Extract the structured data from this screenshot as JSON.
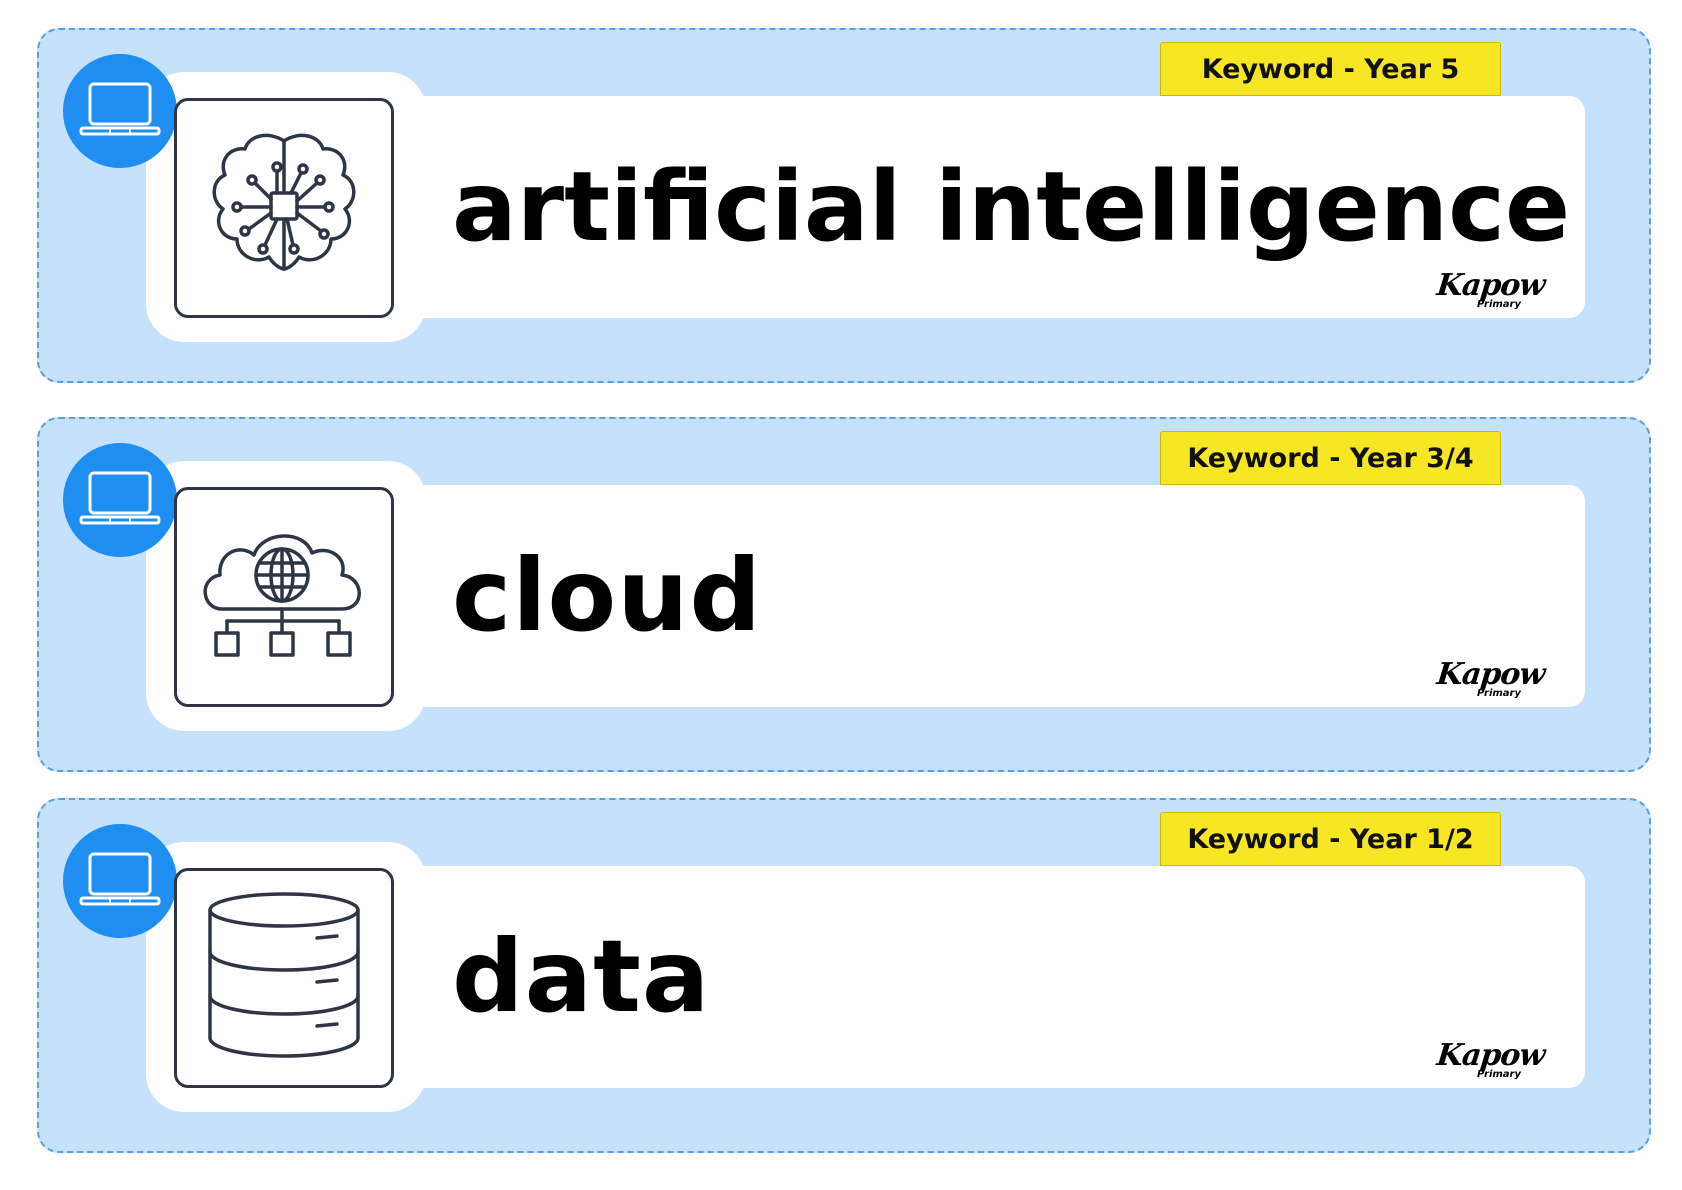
{
  "cards": [
    {
      "badge": "Keyword - Year 5",
      "word": "artificial intelligence",
      "icon": "ai-brain-icon",
      "logo": {
        "main": "Kapow",
        "sub": "Primary"
      }
    },
    {
      "badge": "Keyword - Year 3/4",
      "word": "cloud",
      "icon": "cloud-network-icon",
      "logo": {
        "main": "Kapow",
        "sub": "Primary"
      }
    },
    {
      "badge": "Keyword - Year 1/2",
      "word": "data",
      "icon": "database-icon",
      "logo": {
        "main": "Kapow",
        "sub": "Primary"
      }
    }
  ],
  "colors": {
    "card_background": "#c6e1fb",
    "card_border": "#5b9ee0",
    "badge": "#f7e624",
    "laptop_circle": "#1f8ef1",
    "icon_stroke": "#2e3645"
  },
  "subject_icon": "laptop-icon"
}
